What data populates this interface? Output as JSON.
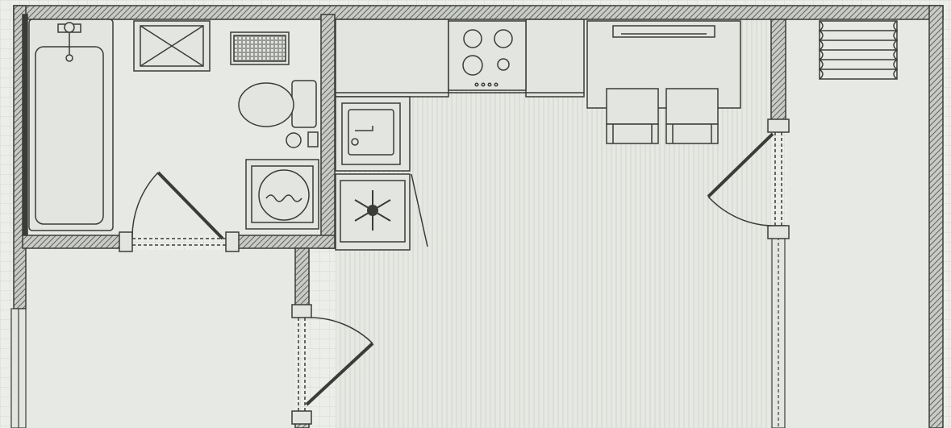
{
  "diagram": {
    "type": "floor-plan",
    "colors": {
      "paper": "#eceeea",
      "floor": "#e6e8e3",
      "grid": "#d5d8d2",
      "wall_fill": "#c9ccc6",
      "wall_hatch": "#5f625d",
      "line": "#3a3c39",
      "fixture_fill": "#e3e5e0",
      "wood_stripe": "#d6d9d3"
    },
    "rooms": [
      "bathroom",
      "hallway",
      "kitchen-living",
      "balcony"
    ],
    "fixtures": [
      "bathtub",
      "shower-tray",
      "floor-mat",
      "toilet",
      "washing-machine",
      "cooktop",
      "kitchen-sink",
      "refrigerator",
      "dining-table",
      "chair",
      "chair",
      "radiator"
    ],
    "doors": [
      "bathroom-door",
      "hallway-door",
      "balcony-door"
    ]
  }
}
